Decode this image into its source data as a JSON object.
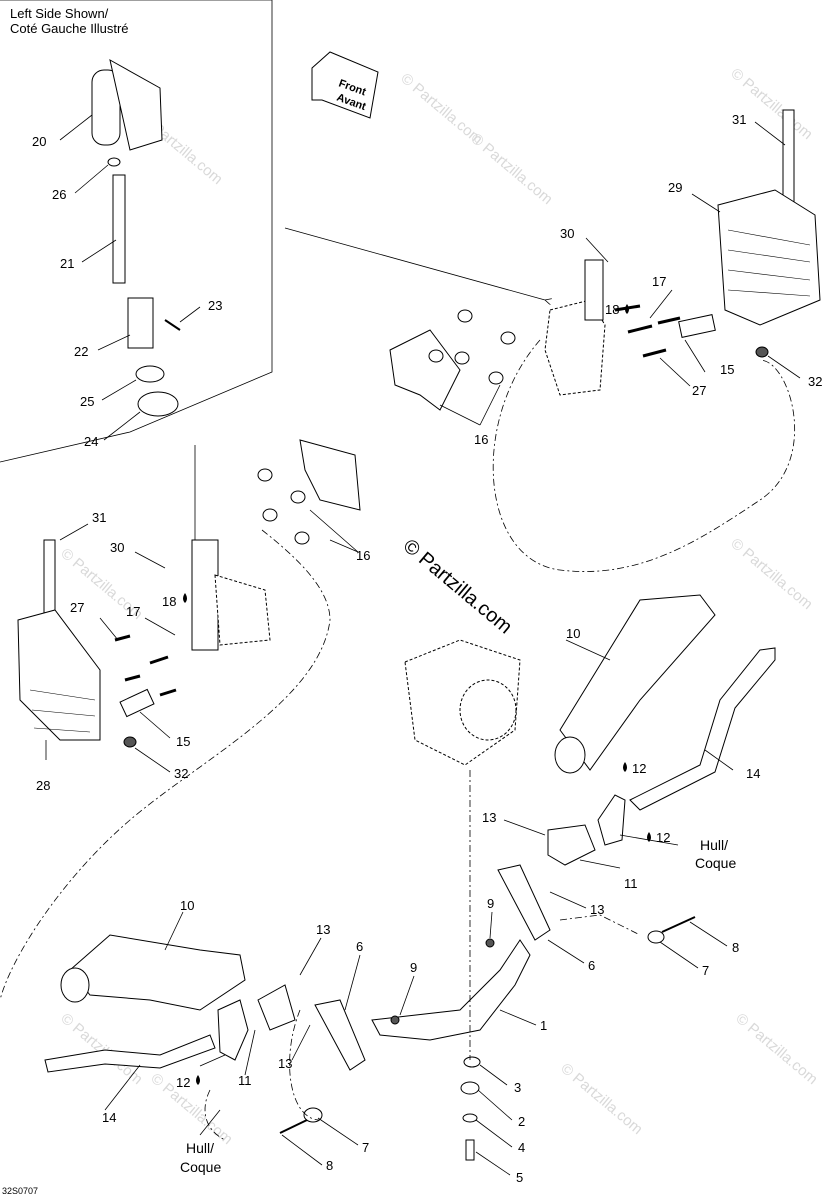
{
  "inset": {
    "title_line1": "Left Side Shown/",
    "title_line2": "Coté Gauche Illustré"
  },
  "front_arrow": {
    "line1": "Front",
    "line2": "Avant"
  },
  "watermark": {
    "center": "© Partzilla.com",
    "tile": "© Partzilla.com"
  },
  "hull_labels": {
    "right_line1": "Hull/",
    "right_line2": "Coque",
    "bottom_line1": "Hull/",
    "bottom_line2": "Coque"
  },
  "drawing_code": "32S0707",
  "callouts": {
    "inset_20": "20",
    "inset_26": "26",
    "inset_21": "21",
    "inset_23": "23",
    "inset_22": "22",
    "inset_25": "25",
    "inset_24": "24",
    "r31": "31",
    "r29": "29",
    "r30": "30",
    "r17": "17",
    "r18": "18",
    "r15": "15",
    "r27": "27",
    "r32": "32",
    "r16": "16",
    "l31": "31",
    "l30": "30",
    "l18": "18",
    "l27": "27",
    "l17": "17",
    "l15": "15",
    "l32": "32",
    "l28": "28",
    "l16": "16",
    "r10": "10",
    "r14": "14",
    "r12a": "12",
    "r12b": "12",
    "r13a": "13",
    "r11": "11",
    "r13b": "13",
    "r9": "9",
    "r8": "8",
    "r7": "7",
    "r6": "6",
    "c1": "1",
    "l10": "10",
    "l13a": "13",
    "l6": "6",
    "l9": "9",
    "l13b": "13",
    "l11": "11",
    "l12": "12",
    "l14": "14",
    "c3": "3",
    "c2": "2",
    "c4": "4",
    "c5": "5",
    "l7": "7",
    "l8": "8"
  }
}
